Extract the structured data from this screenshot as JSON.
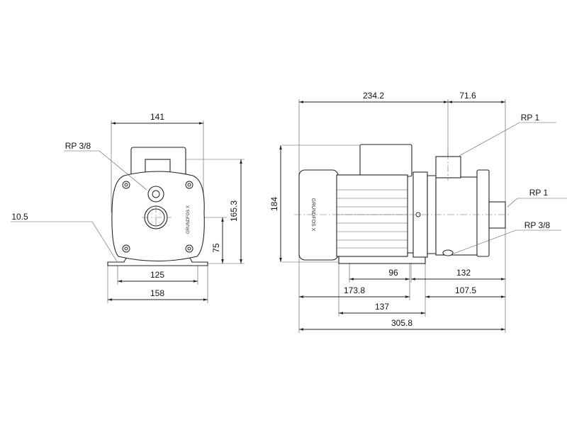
{
  "front_view": {
    "dims": {
      "width_top": "141",
      "height_total": "165.3",
      "height_center": "75",
      "foot_inner": "125",
      "foot_outer": "158",
      "foot_thickness": "10.5"
    },
    "labels": {
      "drain_port": "RP 3/8"
    }
  },
  "side_view": {
    "dims": {
      "motor_length": "234.2",
      "port_offset": "71.6",
      "height": "184",
      "foot_a": "96",
      "foot_b": "132",
      "left_to_foot": "173.8",
      "foot_to_end": "107.5",
      "foot_span": "137",
      "total_length": "305.8"
    },
    "labels": {
      "outlet_port": "RP 1",
      "inlet_port": "RP 1",
      "drain_port": "RP 3/8"
    }
  },
  "brand_mark": "GRUNDFOS X"
}
